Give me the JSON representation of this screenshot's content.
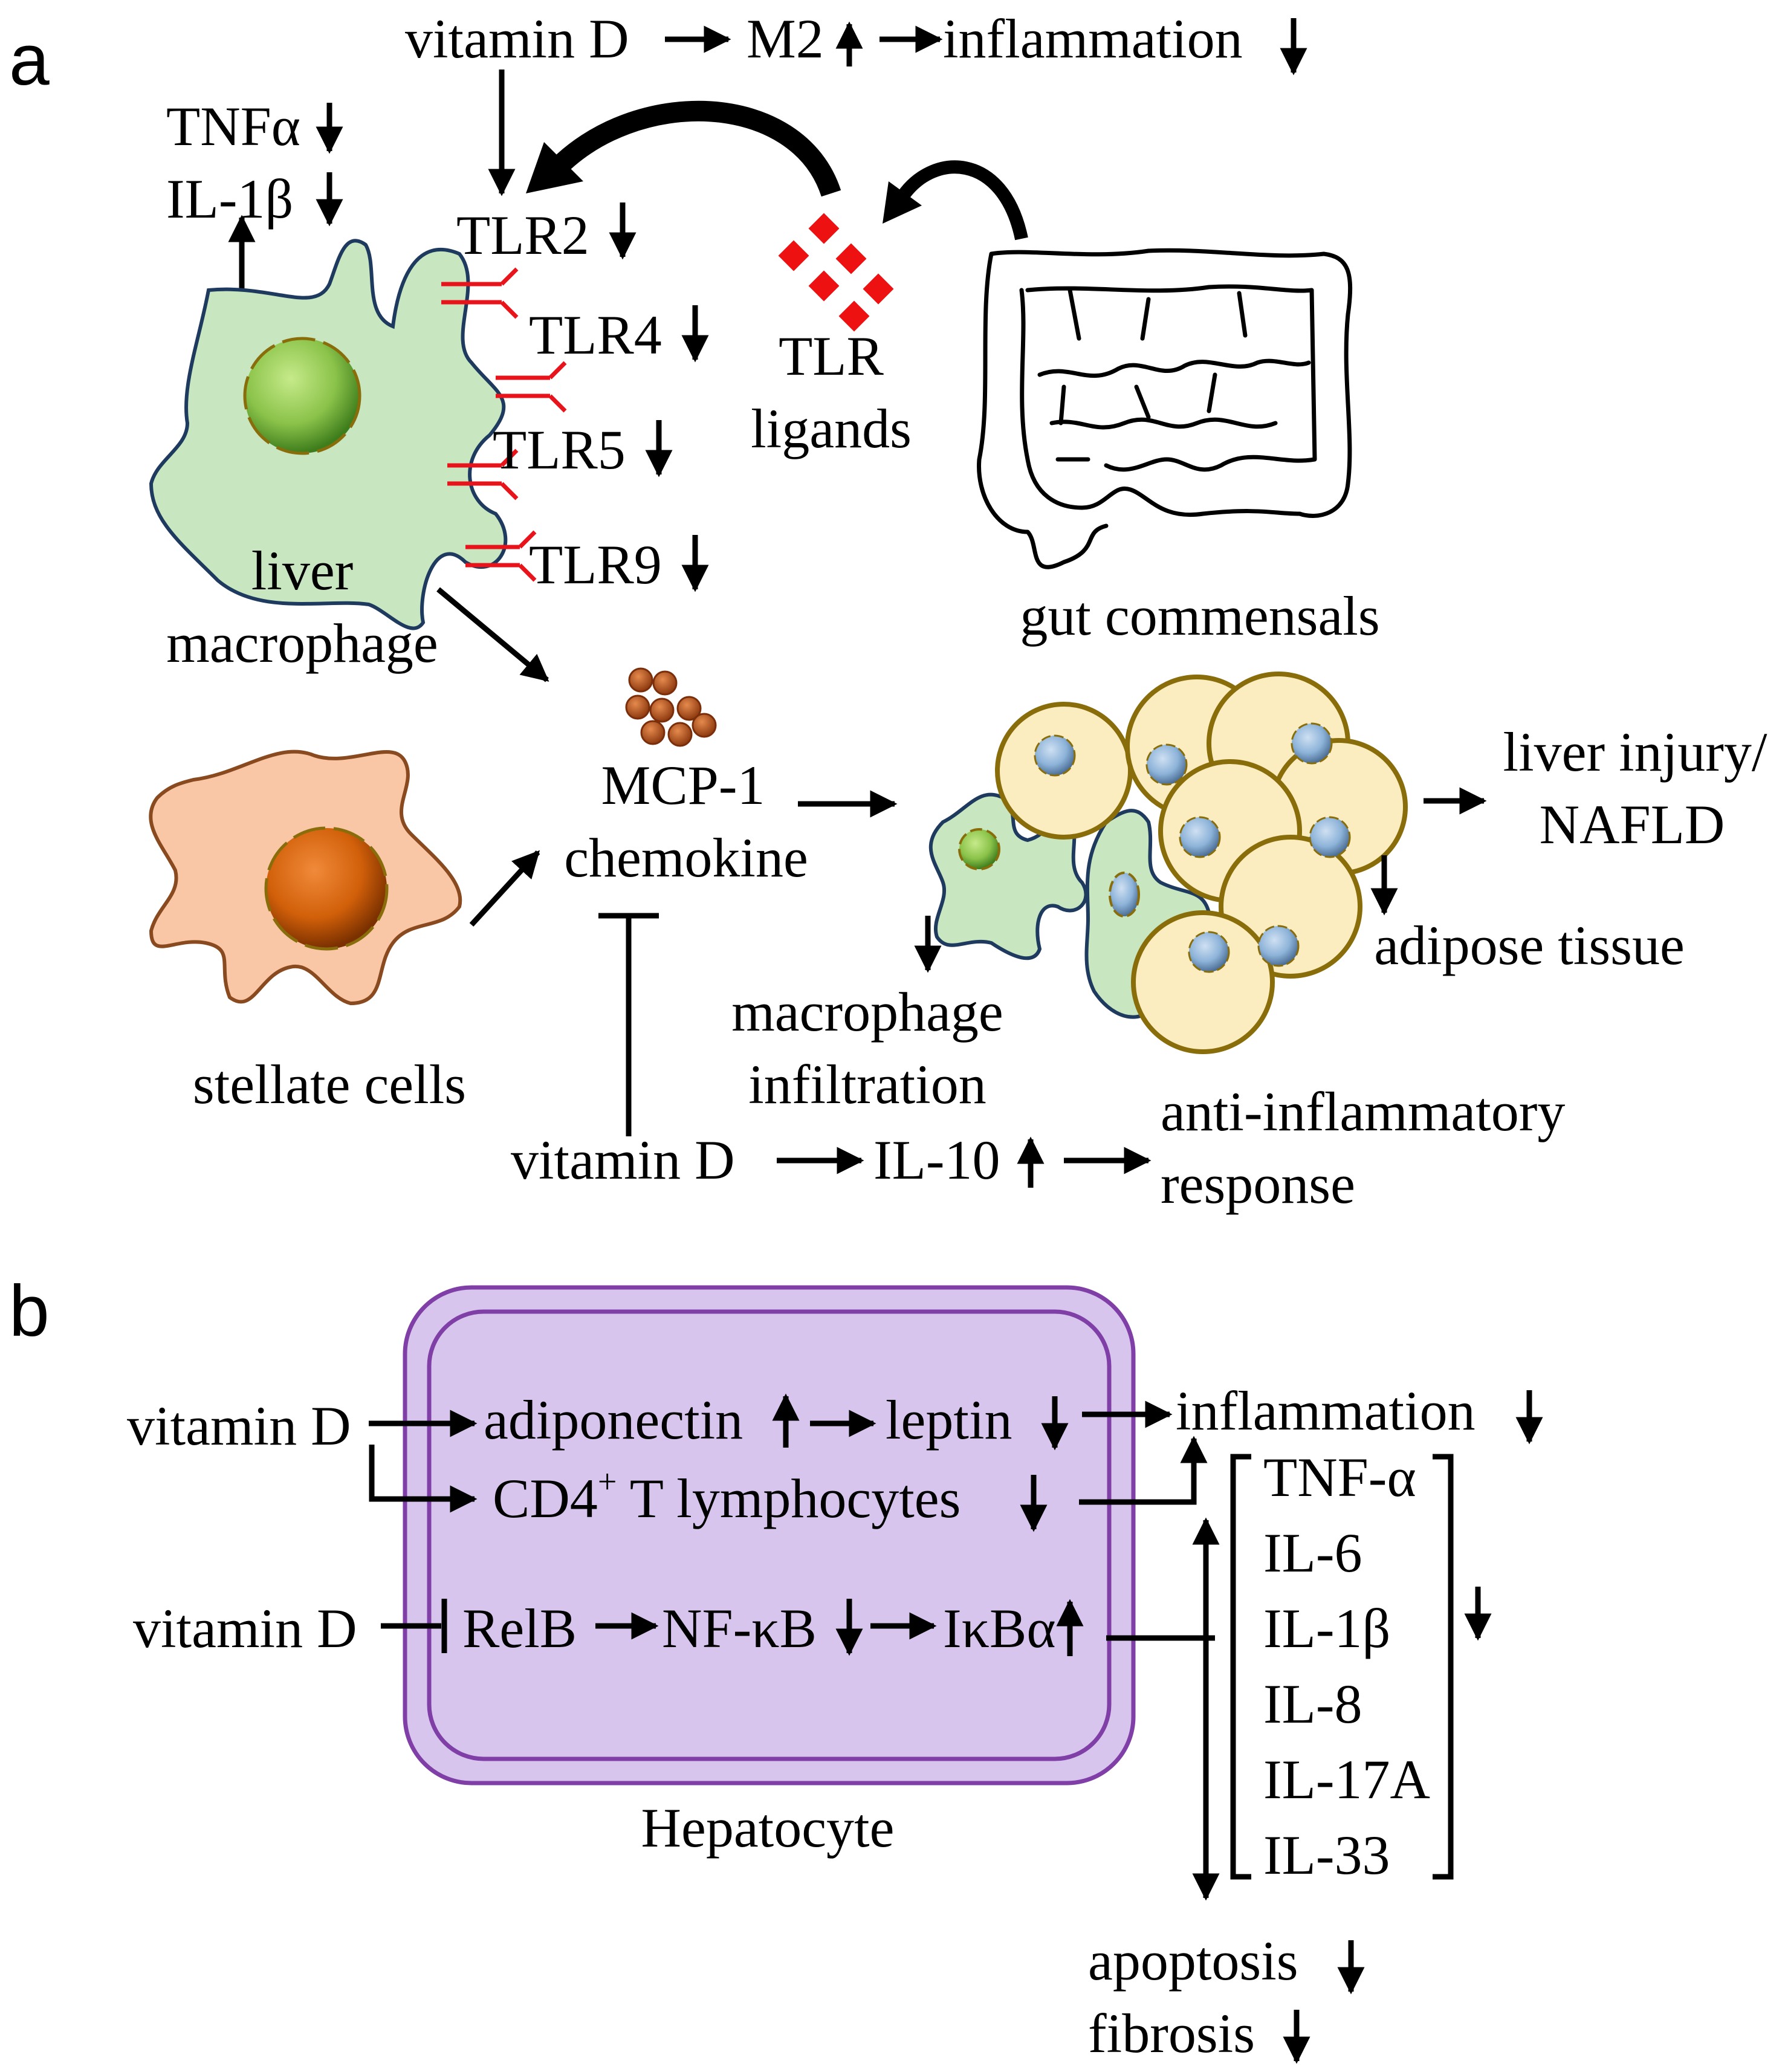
{
  "panel_a": {
    "letter": "a",
    "top": {
      "vitamin_d": "vitamin D",
      "m2": "M2",
      "inflammation": "inflammation"
    },
    "cytokines": {
      "tnfa": "TNFα",
      "il1b": "IL-1β"
    },
    "receptors": [
      "TLR2",
      "TLR4",
      "TLR5",
      "TLR9"
    ],
    "tlr_ligands": [
      "TLR",
      "ligands"
    ],
    "gut": "gut commensals",
    "liver_macrophage": [
      "liver",
      "macrophage"
    ],
    "mcp1": [
      "MCP-1",
      "chemokine"
    ],
    "stellate": "stellate cells",
    "macrophage_infiltration": [
      "macrophage",
      "infiltration"
    ],
    "adipose": "adipose tissue",
    "liver_injury": [
      "liver injury/",
      "NAFLD"
    ],
    "bottom": {
      "vitamin_d": "vitamin D",
      "il10": "IL-10",
      "response": [
        "anti-inflammatory",
        "response"
      ]
    }
  },
  "panel_b": {
    "letter": "b",
    "vitamin_d_1": "vitamin D",
    "vitamin_d_2": "vitamin D",
    "adiponectin": "adiponectin",
    "leptin": "leptin",
    "inflammation": "inflammation",
    "cd4": "CD4",
    "cd4_sup": "+",
    "cd4_rest": " T lymphocytes",
    "relb": "RelB",
    "nfkb": "NF-κB",
    "ikba": "IκBα",
    "hepatocyte": "Hepatocyte",
    "cytokine_list": [
      "TNF-α",
      "IL-6",
      "IL-1β",
      "IL-8",
      "IL-17A",
      "IL-33"
    ],
    "apoptosis": "apoptosis",
    "fibrosis": "fibrosis"
  },
  "colors": {
    "macrophage_fill": "#c8e6c0",
    "macrophage_stroke": "#1f3a5f",
    "nucleus_green": "#8bc34a",
    "receptor_red": "#e8141b",
    "ligand_red": "#ee1111",
    "stellate_fill": "#f9c7a6",
    "stellate_nucleus": "#d2600a",
    "mcp_brown": "#b4521c",
    "adipocyte_fill": "#fbedbf",
    "adipocyte_stroke": "#8a6d0b",
    "adipo_nucleus": "#8db3d9",
    "hepatocyte_fill": "#d8c5ee",
    "hepatocyte_stroke": "#7f3fa6"
  }
}
